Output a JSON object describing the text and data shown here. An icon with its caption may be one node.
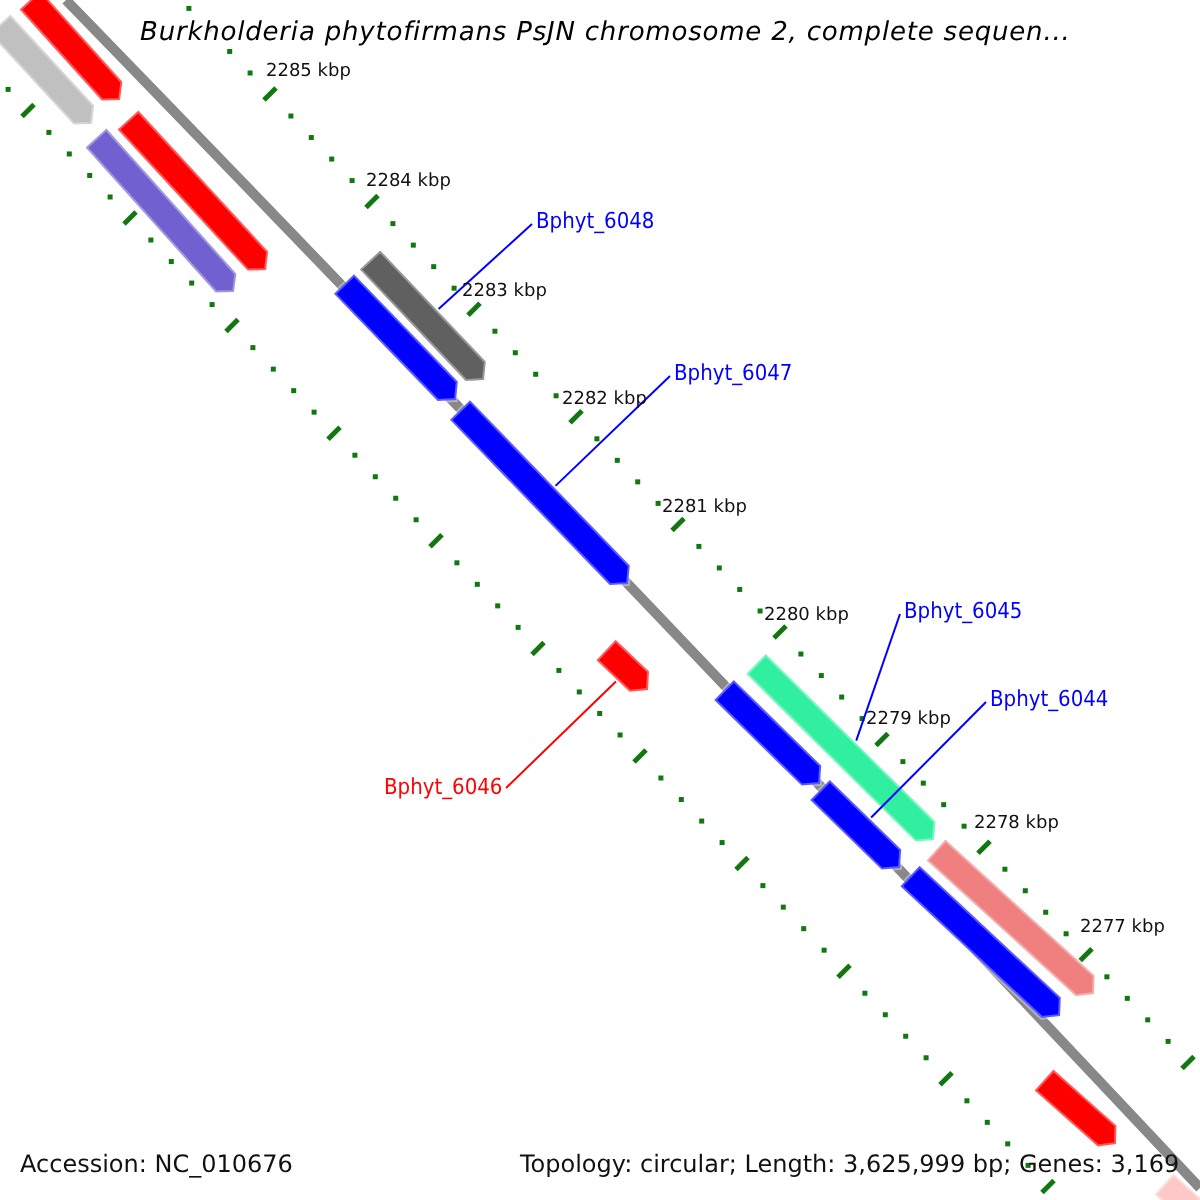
{
  "diagram": {
    "title": "Burkholderia phytofirmans PsJN chromosome 2, complete sequen...",
    "nodes": [
      {
        "text": [
          "Bphyt_6048"
        ]
      },
      {
        "text": [],
        "shape": "bar"
      },
      {
        "text": [
          "Bphyt_6047"
        ]
      },
      {
        "text": [],
        "shape": "bar"
      },
      {
        "text": [
          "Bphyt_6045"
        ]
      },
      {
        "text": [],
        "shape": "bar"
      },
      {
        "text": [
          "Bphyt_6044"
        ]
      },
      {
        "text": [],
        "shape": "bar"
      },
      {
        "text": [
          "Bphyt_6046"
        ]
      },
      {
        "text": [],
        "shape": "bar"
      },
      {
        "text": [],
        "shape": "bar"
      },
      {
        "text": [],
        "shape": "bar"
      },
      {
        "text": [],
        "shape": "bar"
      },
      {
        "text": [],
        "shape": "bar"
      },
      {
        "text": [],
        "shape": "bar"
      },
      {
        "text": [],
        "shape": "bar"
      },
      {
        "text": [],
        "shape": "bar"
      },
      {
        "text": [],
        "shape": "bar"
      },
      {
        "text": [],
        "shape": "bar"
      },
      {
        "text": [],
        "shape": "bar"
      }
    ],
    "edges": [
      {
        "from": 0,
        "to": 1,
        "arrow": "none"
      },
      {
        "from": 2,
        "to": 3,
        "arrow": "none"
      },
      {
        "from": 4,
        "to": 5,
        "arrow": "none"
      },
      {
        "from": 6,
        "to": 7,
        "arrow": "none"
      },
      {
        "from": 8,
        "to": 9,
        "arrow": "none",
        "color": "#ff0000"
      }
    ],
    "labels": [
      "2285 kbp",
      "2284 kbp",
      "2283 kbp",
      "2282 kbp",
      "2281 kbp",
      "2280 kbp",
      "2279 kbp",
      "2278 kbp",
      "2277 kbp",
      "Accession: NC_010676",
      "Topology: circular; Length: 3,625,999 bp; Genes: 3,169"
    ]
  }
}
